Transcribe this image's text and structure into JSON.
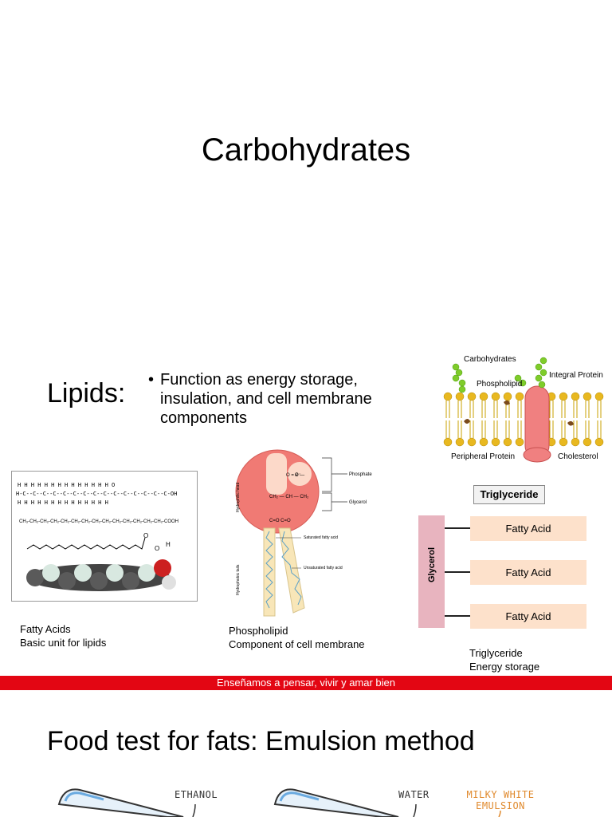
{
  "slide1": {
    "title": "Carbohydrates",
    "lipids_heading": "Lipids:",
    "bullet_symbol": "•",
    "bullet_text": "Function as energy storage, insulation, and cell membrane components"
  },
  "figures": {
    "fatty_acid": {
      "chain_formula": "CH₃-CH₂-CH₂-CH₂-CH₂-CH₂-CH₂-CH₂-CH₂-CH₂-CH₂-CH₂-CH₂-CH₂-COOH",
      "caption_line1": "Fatty Acids",
      "caption_line2": "Basic unit for lipids"
    },
    "phospholipid": {
      "side_label_head": "Hydrophilic head",
      "side_label_tails": "Hydrophobic tails",
      "label_phosphate": "Phosphate",
      "label_glycerol": "Glycerol",
      "label_saturated": "Saturated fatty acid",
      "label_unsaturated": "Unsaturated fatty acid",
      "caption_line1": "Phospholipid",
      "caption_line2": "Component of cell membrane"
    },
    "membrane": {
      "label_carbohydrates": "Carbohydrates",
      "label_integral": "Integral Protein",
      "label_phospholipid": "Phospholipid",
      "label_peripheral": "Peripheral Protein",
      "label_cholesterol": "Cholesterol"
    },
    "triglyceride": {
      "title": "Triglyceride",
      "glycerol": "Glycerol",
      "fatty_acids": [
        "Fatty Acid",
        "Fatty Acid",
        "Fatty Acid"
      ],
      "caption_line1": "Triglyceride",
      "caption_line2": "Energy storage"
    }
  },
  "footer": {
    "motto": "Enseñamos a pensar, vivir y amar bien",
    "bar_color": "#e30613"
  },
  "slide2": {
    "title": "Food test for fats: Emulsion method",
    "label_ethanol": "ETHANOL",
    "label_water": "WATER",
    "label_emulsion": "MILKY WHITE EMULSION"
  }
}
